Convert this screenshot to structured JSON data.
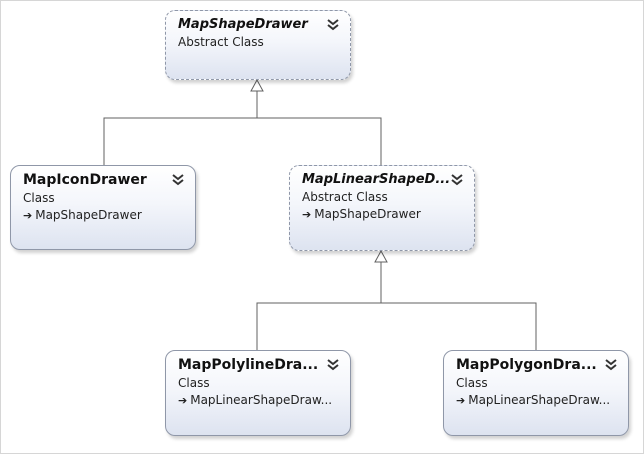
{
  "nodes": {
    "map_shape_drawer": {
      "title": "MapShapeDrawer",
      "kind": "Abstract Class"
    },
    "map_icon_drawer": {
      "title": "MapIconDrawer",
      "kind": "Class",
      "base": "MapShapeDrawer"
    },
    "map_linear_shape_drawer": {
      "title": "MapLinearShapeD...",
      "kind": "Abstract Class",
      "base": "MapShapeDrawer"
    },
    "map_polyline_drawer": {
      "title": "MapPolylineDra...",
      "kind": "Class",
      "base": "MapLinearShapeDraw..."
    },
    "map_polygon_drawer": {
      "title": "MapPolygonDra...",
      "kind": "Class",
      "base": "MapLinearShapeDraw..."
    }
  },
  "icons": {
    "expand": "chevron-double-down-icon",
    "inherits": "inherits-arrow-icon"
  },
  "colors": {
    "border": "#8f97a8",
    "connector": "#606060",
    "gradient_bottom": "#dde3f0"
  }
}
